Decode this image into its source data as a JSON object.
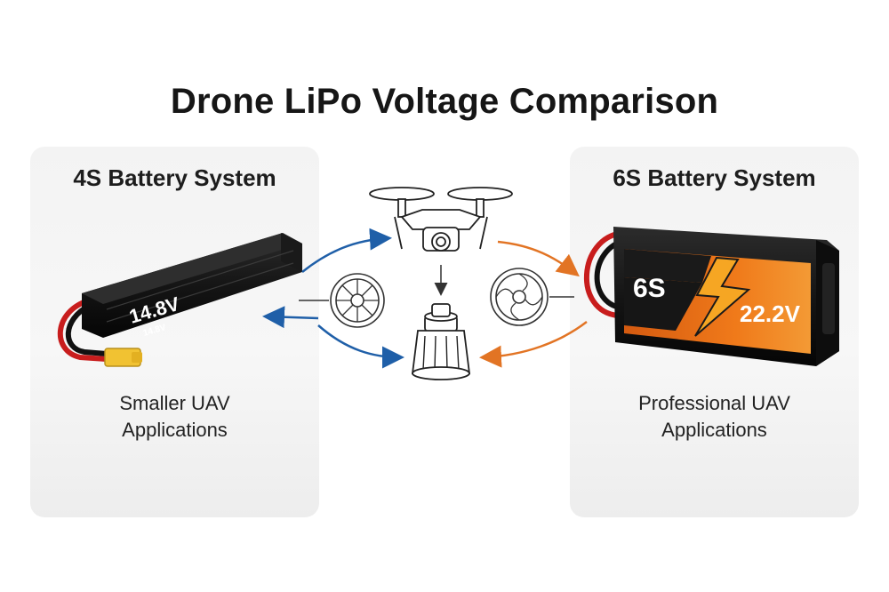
{
  "title": "Drone LiPo Voltage Comparison",
  "left_panel": {
    "title": "4S Battery System",
    "battery_label_main": "14.8V",
    "battery_label_small": "14.8V",
    "caption_line1": "Smaller UAV",
    "caption_line2": "Applications"
  },
  "right_panel": {
    "title": "6S Battery System",
    "battery_cells": "6S",
    "battery_voltage": "22.2V",
    "caption_line1": "Professional UAV",
    "caption_line2": "Applications"
  },
  "colors": {
    "arrow_blue": "#1f5fa8",
    "arrow_orange": "#e27424",
    "battery_black": "#111111",
    "label_orange": "#f07a1a",
    "lightning": "#f6a623"
  },
  "icons": [
    "quadcopter-icon",
    "motor-icon",
    "fan-left-icon",
    "fan-right-icon"
  ]
}
